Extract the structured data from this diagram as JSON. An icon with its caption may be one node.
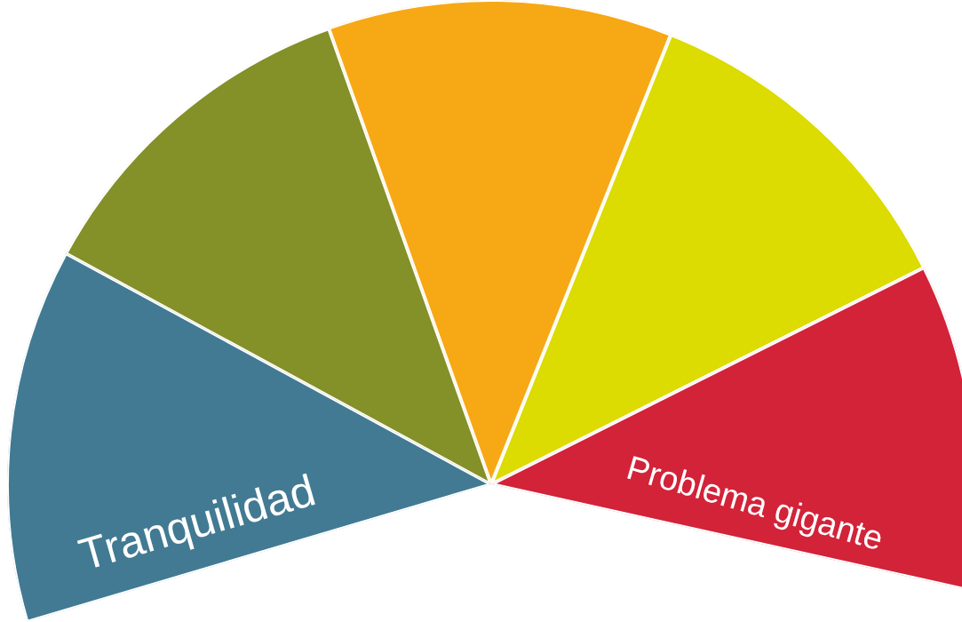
{
  "diagram": {
    "nodes": [
      {
        "text": [
          "Tranquilidad"
        ]
      },
      {
        "text": [],
        "shape": "wedge"
      },
      {
        "text": [],
        "shape": "wedge"
      },
      {
        "text": [],
        "shape": "wedge"
      },
      {
        "text": [
          "Problema gigante"
        ]
      }
    ]
  }
}
